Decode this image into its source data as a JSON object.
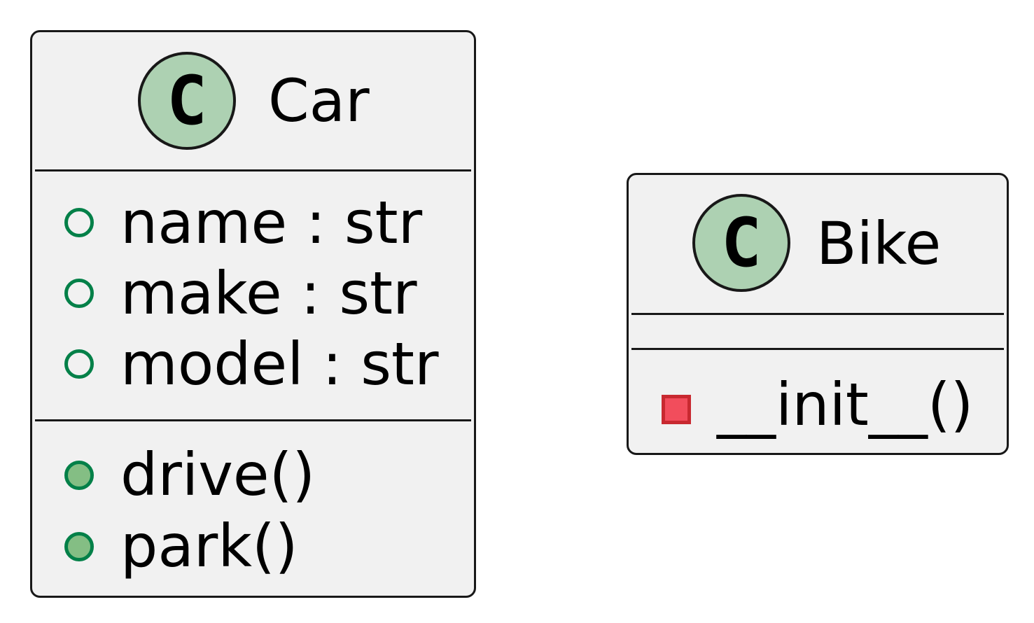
{
  "classes": {
    "car": {
      "icon_letter": "C",
      "name": "Car",
      "fields": [
        {
          "visibility": "public",
          "text": "name : str"
        },
        {
          "visibility": "public",
          "text": "make : str"
        },
        {
          "visibility": "public",
          "text": "model : str"
        }
      ],
      "methods": [
        {
          "visibility": "public",
          "text": "drive()"
        },
        {
          "visibility": "public",
          "text": "park()"
        }
      ]
    },
    "bike": {
      "icon_letter": "C",
      "name": "Bike",
      "fields": [],
      "methods": [
        {
          "visibility": "private",
          "text": "__init__()"
        }
      ]
    }
  },
  "colors": {
    "class_background": "#f1f1f1",
    "class_border": "#181818",
    "class_icon_fill": "#add1b2",
    "public_visibility_stroke": "#038048",
    "public_method_fill": "#84be84",
    "private_visibility_stroke": "#c82930",
    "private_visibility_fill": "#f24d5c"
  },
  "icons": {
    "class_icon": "class-c-icon",
    "public_field_icon": "public-field-open-circle-icon",
    "public_method_icon": "public-method-filled-circle-icon",
    "private_method_icon": "private-method-square-icon"
  }
}
